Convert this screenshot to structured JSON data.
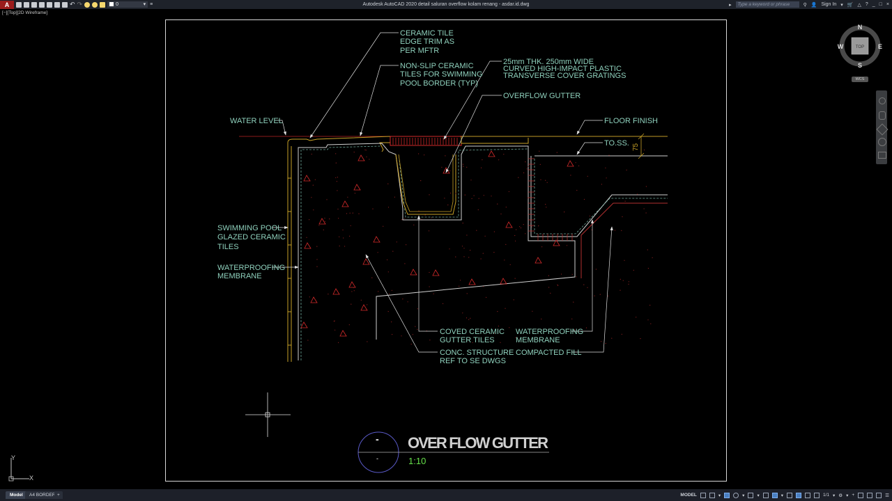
{
  "titlebar": {
    "app_menu_label": "A",
    "layer_value": "0",
    "title": "Autodesk AutoCAD 2020    detail saluran overflow kolam renang - asdar.id.dwg",
    "search_placeholder": "Type a keyword or phrase",
    "sign_in_label": "Sign In",
    "window_controls": [
      "_",
      "□",
      "×"
    ]
  },
  "viewport": {
    "label": "[−][Top][2D Wireframe]"
  },
  "viewcube": {
    "north": "N",
    "south": "S",
    "east": "E",
    "west": "W",
    "face": "TOP",
    "wcs": "WCS"
  },
  "drawing": {
    "labels": {
      "ceramic_tile_trim": [
        "CERAMIC TILE",
        "EDGE TRIM AS",
        "PER MFTR"
      ],
      "non_slip": [
        "NON-SLIP CERAMIC",
        "TILES FOR SWIMMING",
        "POOL BORDER (TYP)"
      ],
      "gratings": [
        "25mm THK. 250mm WIDE",
        "CURVED HIGH-IMPACT PLASTIC",
        "TRANSVERSE COVER GRATINGS"
      ],
      "overflow_gutter": "OVERFLOW GUTTER",
      "water_level": "WATER LEVEL",
      "floor_finish": "FLOOR FINISH",
      "toss": "TO.SS.",
      "dimension": "75",
      "pool_tiles": [
        "SWIMMING POOL",
        "GLAZED CERAMIC",
        "TILES"
      ],
      "waterproofing_left": [
        "WATERPROOFING",
        "MEMBRANE"
      ],
      "coved_tiles": [
        "COVED CERAMIC",
        "GUTTER TILES"
      ],
      "conc_structure": [
        "CONC. STRUCTURE",
        "REF TO SE DWGS"
      ],
      "waterproofing_right": [
        "WATERPROOFING",
        "MEMBRANE"
      ],
      "compacted_fill": "COMPACTED FILL"
    },
    "title_block": {
      "title": "OVER FLOW GUTTER",
      "scale": "1:10",
      "bubble_top": "-",
      "bubble_bottom": "-"
    }
  },
  "ucs": {
    "x": "X",
    "y": "Y"
  },
  "statusbar": {
    "tabs": [
      "Model",
      "A4 BORDER",
      "+"
    ],
    "model_label": "MODEL",
    "scale_label": "1/1"
  },
  "colors": {
    "label": "#8fd1bd",
    "tile": "#c9a227",
    "red": "#d42a2a",
    "water": "#8b1a1a",
    "concrete": "#d0d0d0",
    "membrane": "#6fa89a"
  }
}
